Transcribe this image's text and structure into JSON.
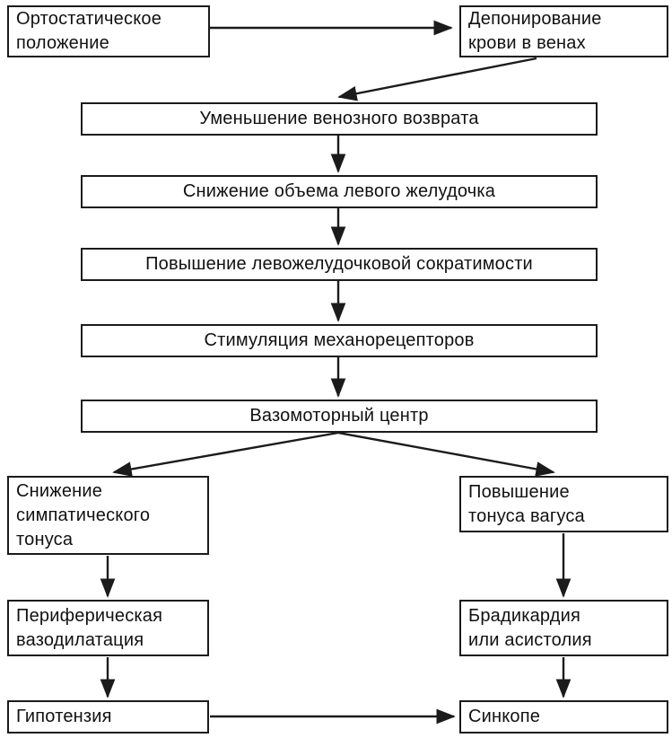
{
  "diagram": {
    "kind": "flowchart",
    "language": "ru",
    "colors": {
      "line": "#1b1b1b",
      "text": "#111111",
      "background": "#ffffff"
    },
    "nodes": {
      "orthostatic": "Ортостатическое\nположение",
      "pooling": "Депонирование\nкрови в венах",
      "venous_return": "Уменьшение венозного возврата",
      "lv_volume": "Снижение объема левого желудочка",
      "lv_contractility": "Повышение левожелудочковой сократимости",
      "mechanoreceptors": "Стимуляция механорецепторов",
      "vasomotor": "Вазомоторный центр",
      "sympathetic_tone": "Снижение\nсимпатического\nтонуса",
      "vagal_tone": "Повышение\nтонуса вагуса",
      "vasodilation": "Периферическая\nвазодилатация",
      "hypotension": "Гипотензия",
      "bradycardia": "Брадикардия\nили асистолия",
      "syncope": "Синкопе"
    }
  }
}
